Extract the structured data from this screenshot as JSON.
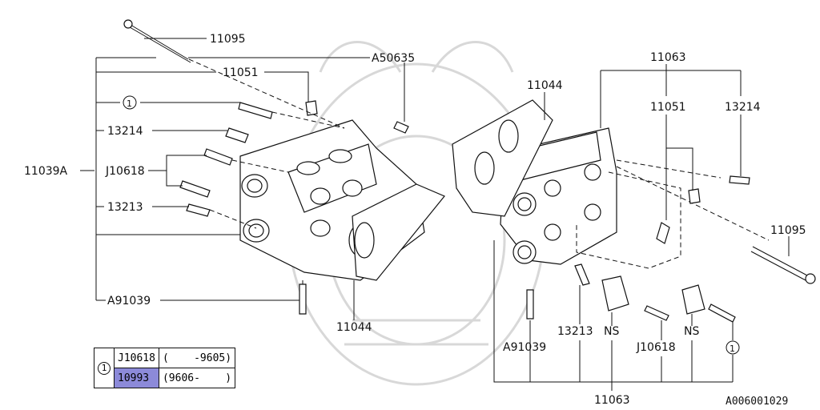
{
  "diagram": {
    "labels": {
      "p11095_top": "11095",
      "p11051_left": "11051",
      "pA50635": "A50635",
      "circle1_left": "1",
      "p13214_left": "13214",
      "p11039A": "11039A",
      "pJ10618_left": "J10618",
      "p13213_left": "13213",
      "pA91039_left": "A91039",
      "p11044_left": "11044",
      "p11063_top": "11063",
      "p11044_right": "11044",
      "p11051_right": "11051",
      "p13214_right": "13214",
      "p11095_right": "11095",
      "p13213_right": "13213",
      "pNS_1": "NS",
      "pJ10618_right": "J10618",
      "pNS_2": "NS",
      "circle1_right": "1",
      "pA91039_right": "A91039",
      "p11063_bottom": "11063"
    },
    "diagram_id": "A006001029"
  },
  "note_table": {
    "marker": "1",
    "rows": [
      {
        "part": "J10618",
        "range": "(    -9605)"
      },
      {
        "part": "10993",
        "range": "(9606-    )"
      }
    ]
  }
}
